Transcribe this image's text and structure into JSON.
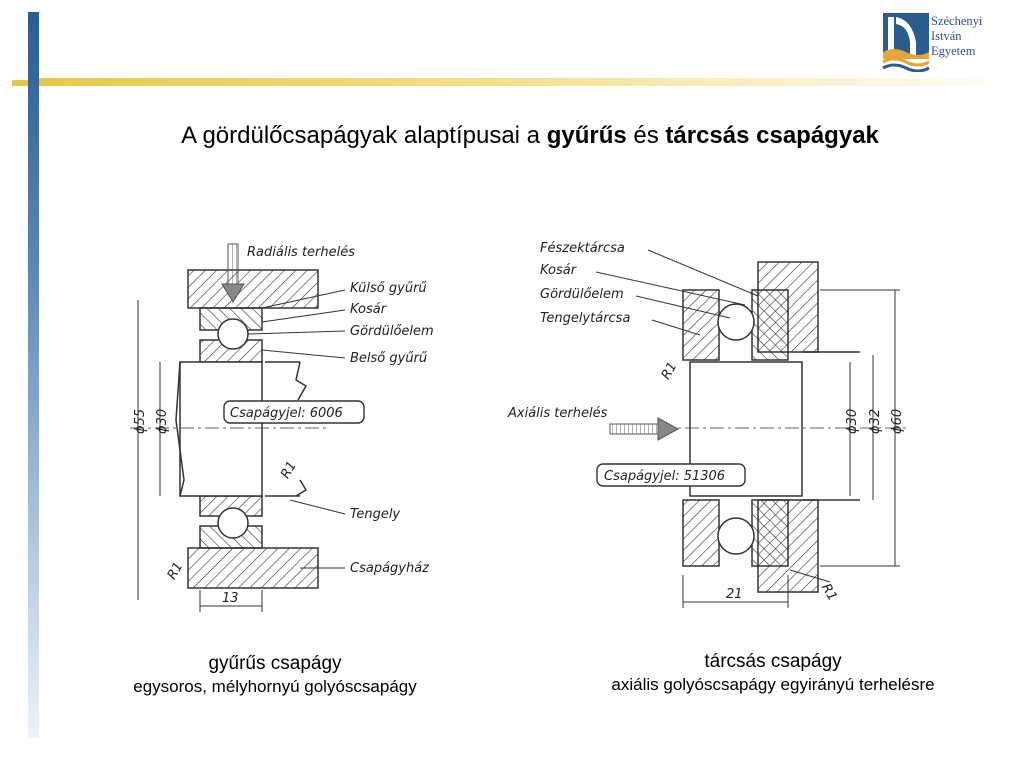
{
  "slide": {
    "title_prefix": "A gördülőcsapágyak alaptípusai a ",
    "title_bold1": "gyűrűs",
    "title_mid": " és ",
    "title_bold2": "tárcsás csapágyak"
  },
  "logo": {
    "line1": "Széchenyi",
    "line2": "István",
    "line3": "Egyetem",
    "icon": "university-logo-icon",
    "color": "#2a4f8a"
  },
  "left_drawing": {
    "labels": {
      "load": "Radiális terhelés",
      "outer_ring": "Külső gyűrű",
      "cage": "Kosár",
      "rolling_element": "Gördülőelem",
      "inner_ring": "Belső gyűrű",
      "designation": "Csapágyjel: 6006",
      "shaft": "Tengely",
      "housing": "Csapágyház",
      "radius": "R1",
      "radius2": "R1",
      "dim_outer": "ϕ55",
      "dim_inner": "ϕ30",
      "dim_width": "13"
    }
  },
  "right_drawing": {
    "labels": {
      "housing_washer": "Fészektárcsa",
      "cage": "Kosár",
      "rolling_element": "Gördülőelem",
      "shaft_washer": "Tengelytárcsa",
      "load": "Axiális terhelés",
      "designation": "Csapágyjel: 51306",
      "radius": "R1",
      "radius2": "R1",
      "dim1": "ϕ30",
      "dim2": "ϕ32",
      "dim3": "ϕ60",
      "dim_width": "21"
    }
  },
  "captions": {
    "left_title": "gyűrűs csapágy",
    "left_sub": "egysoros, mélyhornyú golyóscsapágy",
    "right_title": "tárcsás csapágy",
    "right_sub": "axiális golyóscsapágy egyirányú terhelésre"
  }
}
